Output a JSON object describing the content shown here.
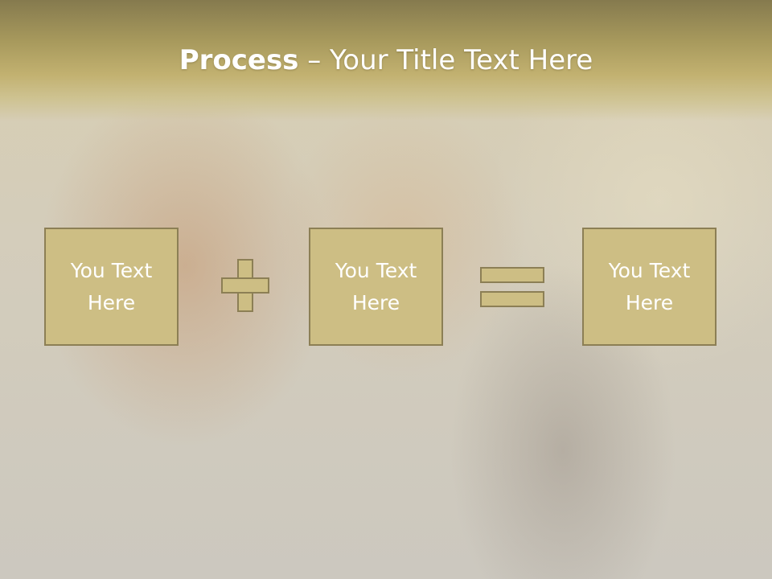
{
  "slide": {
    "title_strong": "Process",
    "title_rest": " – Your Title Text Here"
  },
  "boxes": [
    {
      "text": "You Text\nHere"
    },
    {
      "text": "You Text\nHere"
    },
    {
      "text": "You Text\nHere"
    }
  ],
  "operators": {
    "first": "plus-icon",
    "second": "equals-icon"
  },
  "colors": {
    "header": "#a89a5d",
    "box_fill": "#cdbe84",
    "box_border": "#8c7f55",
    "text": "#ffffff"
  }
}
